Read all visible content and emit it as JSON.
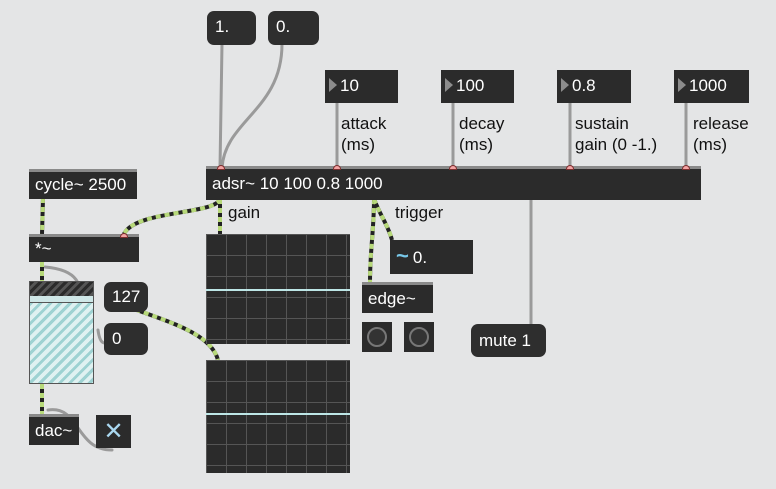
{
  "number_boxes": {
    "one": "1.",
    "zero": "0.",
    "attack": "10",
    "decay": "100",
    "sustain": "0.8",
    "release": "1000",
    "velocity": "127",
    "velocity_off": "0",
    "signal": "0."
  },
  "objects": {
    "cycle": "cycle~ 2500",
    "adsr": "adsr~ 10 100 0.8 1000",
    "multiply": "*~",
    "edge": "edge~",
    "dac": "dac~"
  },
  "messages": {
    "mute": "mute 1"
  },
  "comments": {
    "attack": "attack\n(ms)",
    "decay": "decay\n(ms)",
    "sustain": "sustain\ngain (0 -1.)",
    "release": "release\n(ms)",
    "gain": "gain",
    "trigger": "trigger"
  },
  "icons": {
    "signal": "~",
    "close": "✕"
  },
  "colors": {
    "patch_background": "#e4e5e6",
    "object_fill": "#2b2b2b",
    "signal_cord": "#b7d97a",
    "control_cord": "#9a9a9a",
    "scope_line": "#bde6e6",
    "inlet": "#f4a3a3"
  }
}
